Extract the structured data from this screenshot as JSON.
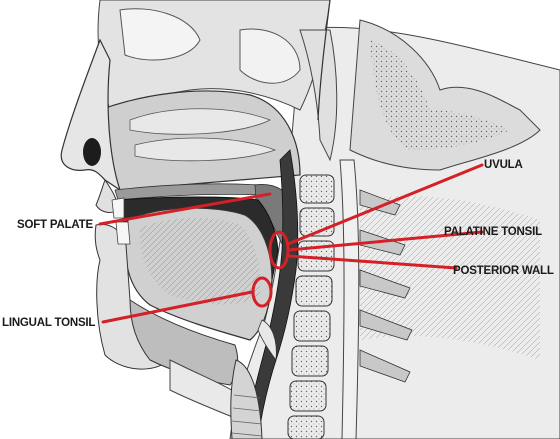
{
  "diagram": {
    "labels": {
      "uvula": "UVULA",
      "soft_palate": "SOFT PALATE",
      "palatine_tonsil": "PALATINE TONSIL",
      "posterior_wall": "POSTERIOR WALL",
      "lingual_tonsil": "LINGUAL TONSIL"
    },
    "colors": {
      "leader_line": "#d42027",
      "ink": "#1a1a1a",
      "tissue_light": "#d9d9d9",
      "tissue_mid": "#a8a8a8",
      "cavity_dark": "#2a2a2a"
    }
  }
}
